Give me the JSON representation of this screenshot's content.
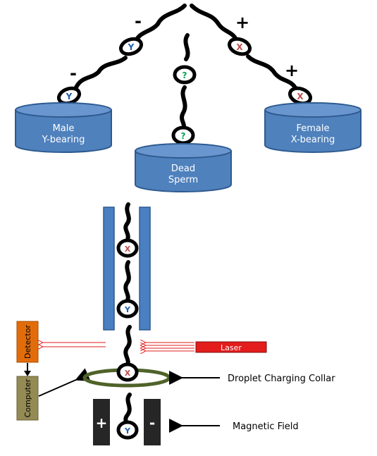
{
  "containers": {
    "male": {
      "line1": "Male",
      "line2": "Y-bearing"
    },
    "dead": {
      "line1": "Dead",
      "line2": "Sperm"
    },
    "female": {
      "line1": "Female",
      "line2": "X-bearing"
    }
  },
  "charges": {
    "minus_top": "-",
    "minus_mid": "-",
    "plus_top": "+",
    "plus_mid": "+"
  },
  "sperm_marks": {
    "y": "Y",
    "x": "X",
    "unknown": "?"
  },
  "sorter": {
    "detector": "Detector",
    "computer": "Computer",
    "laser": "Laser",
    "collar_label": "Droplet Charging Collar",
    "magnet_plus": "+",
    "magnet_minus": "-",
    "magnet_label": "Magnetic Field"
  },
  "colors": {
    "container_fill": "#4f81bd",
    "container_stroke": "#2e5a8f",
    "tube": "#4a7fc1",
    "detector": "#e36c0a",
    "computer": "#948a54",
    "laser": "#e31c1c",
    "collar": "#4f6228",
    "magnet": "#262626",
    "x_mark": "#c0504d",
    "y_mark": "#1f5fae",
    "q_mark": "#00a651"
  }
}
